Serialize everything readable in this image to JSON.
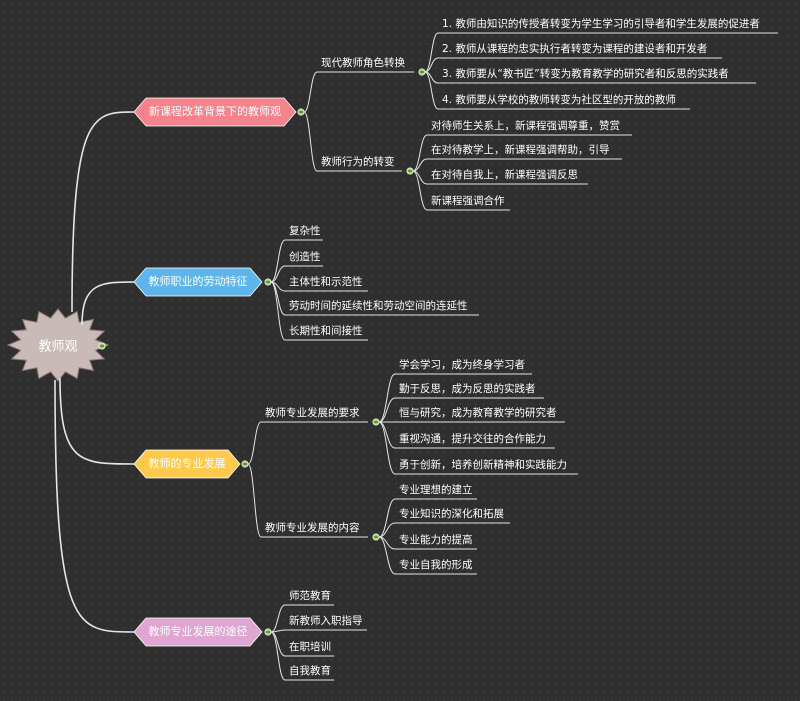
{
  "root": {
    "label": "教师观",
    "fill": "#c9b9b7"
  },
  "branches": [
    {
      "label": "新课程改革背景下的教师观",
      "color": "#f4838b",
      "textColor": "#ffffff",
      "children": [
        {
          "label": "现代教师角色转换",
          "children": [
            {
              "label": "1. 教师由知识的传授者转变为学生学习的引导者和学生发展的促进者"
            },
            {
              "label": "2. 教师从课程的忠实执行者转变为课程的建设者和开发者"
            },
            {
              "label": "3. 教师要从“教书匠”转变为教育教学的研究者和反思的实践者"
            },
            {
              "label": "4. 教师要从学校的教师转变为社区型的开放的教师"
            }
          ]
        },
        {
          "label": "教师行为的转变",
          "children": [
            {
              "label": "对待师生关系上，新课程强调尊重，赞赏"
            },
            {
              "label": "在对待教学上，新课程强调帮助，引导"
            },
            {
              "label": "在对待自我上，新课程强调反思"
            },
            {
              "label": "新课程强调合作"
            }
          ]
        }
      ]
    },
    {
      "label": "教师职业的劳动特征",
      "color": "#5eb5ec",
      "textColor": "#ffffff",
      "children": [
        {
          "label": "复杂性"
        },
        {
          "label": "创造性"
        },
        {
          "label": "主体性和示范性"
        },
        {
          "label": "劳动时间的延续性和劳动空间的连延性"
        },
        {
          "label": "长期性和间接性"
        }
      ]
    },
    {
      "label": "教师的专业发展",
      "color": "#ffc94d",
      "textColor": "#ffffff",
      "children": [
        {
          "label": "教师专业发展的要求",
          "children": [
            {
              "label": "学会学习，成为终身学习者"
            },
            {
              "label": "勤于反思，成为反思的实践者"
            },
            {
              "label": "恒与研究，成为教育教学的研究者"
            },
            {
              "label": "重视沟通，提升交往的合作能力"
            },
            {
              "label": "勇于创新，培养创新精神和实践能力"
            }
          ]
        },
        {
          "label": "教师专业发展的内容",
          "children": [
            {
              "label": "专业理想的建立"
            },
            {
              "label": "专业知识的深化和拓展"
            },
            {
              "label": "专业能力的提高"
            },
            {
              "label": "专业自我的形成"
            }
          ]
        }
      ]
    },
    {
      "label": "教师专业发展的途径",
      "color": "#dfa6d4",
      "textColor": "#ffffff",
      "children": [
        {
          "label": "师范教育"
        },
        {
          "label": "新教师入职指导"
        },
        {
          "label": "在职培训"
        },
        {
          "label": "自我教育"
        }
      ]
    }
  ],
  "colors": {
    "line": "#e6e6e6",
    "connector": "#9fd36a",
    "text": "#ffffff",
    "background": "#2f2f2f"
  }
}
